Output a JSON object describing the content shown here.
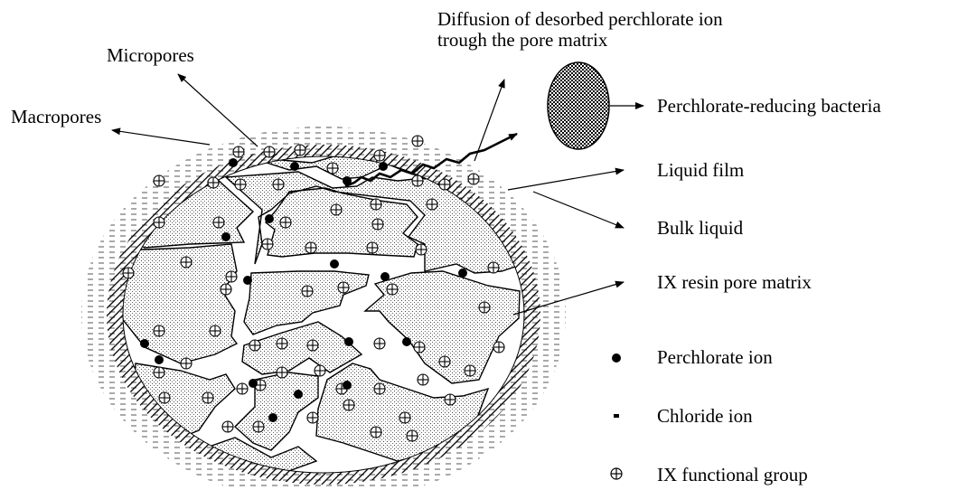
{
  "labels": {
    "micropores": "Micropores",
    "macropores": "Macropores",
    "diffusion": "Diffusion of desorbed perchlorate ion trough the pore matrix",
    "bacteria": "Perchlorate-reducing bacteria",
    "liquid_film": "Liquid film",
    "bulk_liquid": "Bulk liquid",
    "resin_matrix": "IX resin pore matrix"
  },
  "legend": [
    {
      "symbol": "dot",
      "label": "Perchlorate ion"
    },
    {
      "symbol": "dash",
      "label": "Chloride ion"
    },
    {
      "symbol": "circle-plus",
      "label": "IX functional group"
    }
  ]
}
